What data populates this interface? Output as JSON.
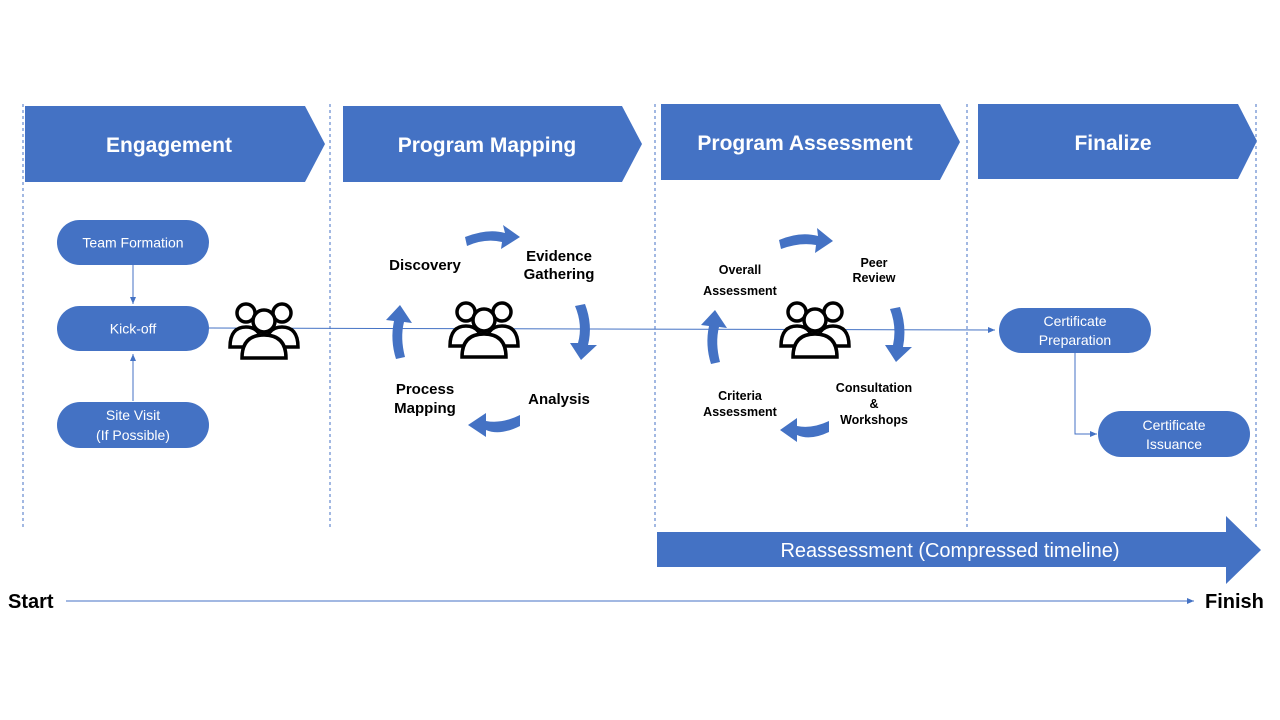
{
  "colors": {
    "accent": "#4472c4",
    "text": "#000000",
    "on_accent": "#ffffff"
  },
  "phases": [
    {
      "label": "Engagement"
    },
    {
      "label": "Program Mapping"
    },
    {
      "label": "Program Assessment"
    },
    {
      "label": "Finalize"
    }
  ],
  "engagement_steps": [
    {
      "lines": [
        "Team Formation"
      ]
    },
    {
      "lines": [
        "Kick-off"
      ]
    },
    {
      "lines": [
        "Site Visit",
        "(If Possible)"
      ]
    }
  ],
  "mapping_cycle": [
    {
      "lines": [
        "Discovery"
      ]
    },
    {
      "lines": [
        "Evidence",
        "Gathering"
      ]
    },
    {
      "lines": [
        "Analysis"
      ]
    },
    {
      "lines": [
        "Process",
        "Mapping"
      ]
    }
  ],
  "assessment_cycle": [
    {
      "lines": [
        "Overall",
        "Assessment"
      ]
    },
    {
      "lines": [
        "Peer",
        "Review"
      ]
    },
    {
      "lines": [
        "Consultation",
        "&",
        "Workshops"
      ]
    },
    {
      "lines": [
        "Criteria",
        "Assessment"
      ]
    }
  ],
  "finalize_steps": [
    {
      "lines": [
        "Certificate",
        "Preparation"
      ]
    },
    {
      "lines": [
        "Certificate",
        "Issuance"
      ]
    }
  ],
  "team_icon": "people-group-icon",
  "reassessment": {
    "label": "Reassessment (Compressed timeline)"
  },
  "timeline": {
    "start": "Start",
    "finish": "Finish"
  }
}
